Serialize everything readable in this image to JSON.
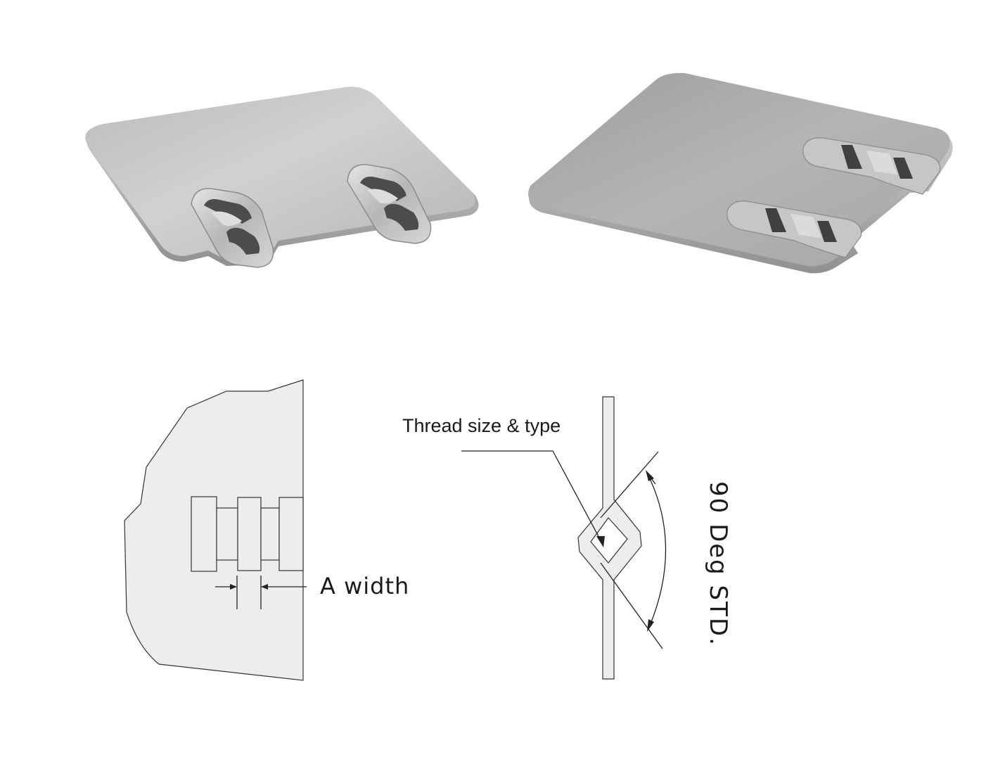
{
  "labels": {
    "thread": "Thread size & type",
    "width": "A width",
    "angle": "90 Deg STD."
  },
  "colors": {
    "plate_light": "#c7c9cb",
    "plate_dark": "#a7a9ab",
    "drawing_fill": "#eceeee",
    "line": "#333333"
  }
}
